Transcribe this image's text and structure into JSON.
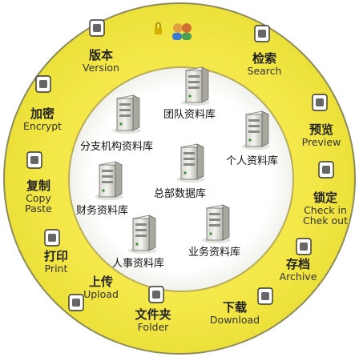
{
  "ring_functions": [
    {
      "zh": "版本",
      "en": "Version",
      "icon": "version-icon"
    },
    {
      "zh": "检索",
      "en": "Search",
      "icon": "search-icon"
    },
    {
      "zh": "加密",
      "en": "Encrypt",
      "icon": "lock-icon"
    },
    {
      "zh": "预览",
      "en": "Preview",
      "icon": "monitor-icon"
    },
    {
      "zh": "复制",
      "en": "Copy\nPaste",
      "icon": "copy-icon"
    },
    {
      "zh": "锁定",
      "en": "Check in\nChek out",
      "icon": "checkin-icon"
    },
    {
      "zh": "打印",
      "en": "Print",
      "icon": "printer-icon"
    },
    {
      "zh": "存档",
      "en": "Archive",
      "icon": "archive-icon"
    },
    {
      "zh": "上传",
      "en": "Upload",
      "icon": "upload-icon"
    },
    {
      "zh": "文件夹",
      "en": "Folder",
      "icon": "folder-icon"
    },
    {
      "zh": "下载",
      "en": "Download",
      "icon": "download-icon"
    }
  ],
  "repositories": [
    {
      "label": "团队资料库"
    },
    {
      "label": "分支机构资料库"
    },
    {
      "label": "个人资料库"
    },
    {
      "label": "总部数据库"
    },
    {
      "label": "财务资料库"
    },
    {
      "label": "业务资料库"
    },
    {
      "label": "人事资料库"
    }
  ],
  "colors": {
    "ring": "#f5e84a",
    "ring_edge": "#9a8f3a",
    "center": "#ffffff"
  }
}
